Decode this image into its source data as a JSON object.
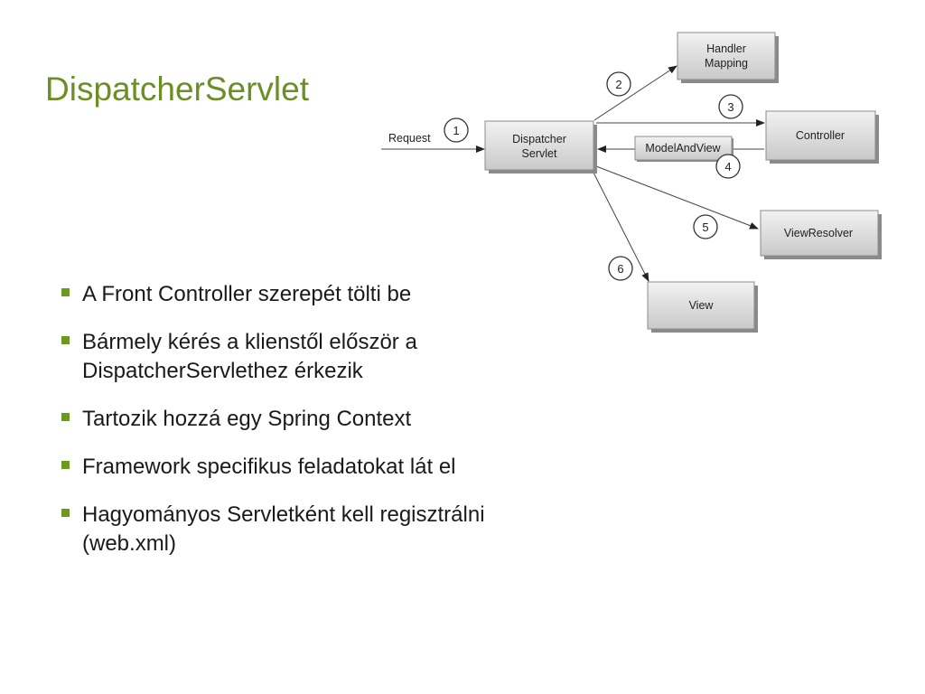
{
  "slide": {
    "title": "DispatcherServlet",
    "bullets": [
      [
        "A Front Controller szerepét tölti be"
      ],
      [
        "Bármely kérés a klienstől először a",
        "DispatcherServlethez érkezik"
      ],
      [
        "Tartozik hozzá egy Spring Context"
      ],
      [
        "Framework specifikus feladatokat lát el"
      ],
      [
        "Hagyományos Servletként kell regisztrálni",
        "(web.xml)"
      ]
    ],
    "accent_color": "#6b8f24"
  },
  "diagram": {
    "request_label": "Request",
    "nodes": {
      "dispatcher": [
        "Dispatcher",
        "Servlet"
      ],
      "handler_mapping": [
        "Handler",
        "Mapping"
      ],
      "controller": [
        "Controller"
      ],
      "model_and_view": [
        "ModelAndView"
      ],
      "view_resolver": [
        "ViewResolver"
      ],
      "view": [
        "View"
      ]
    },
    "steps": [
      "1",
      "2",
      "3",
      "4",
      "5",
      "6"
    ]
  }
}
